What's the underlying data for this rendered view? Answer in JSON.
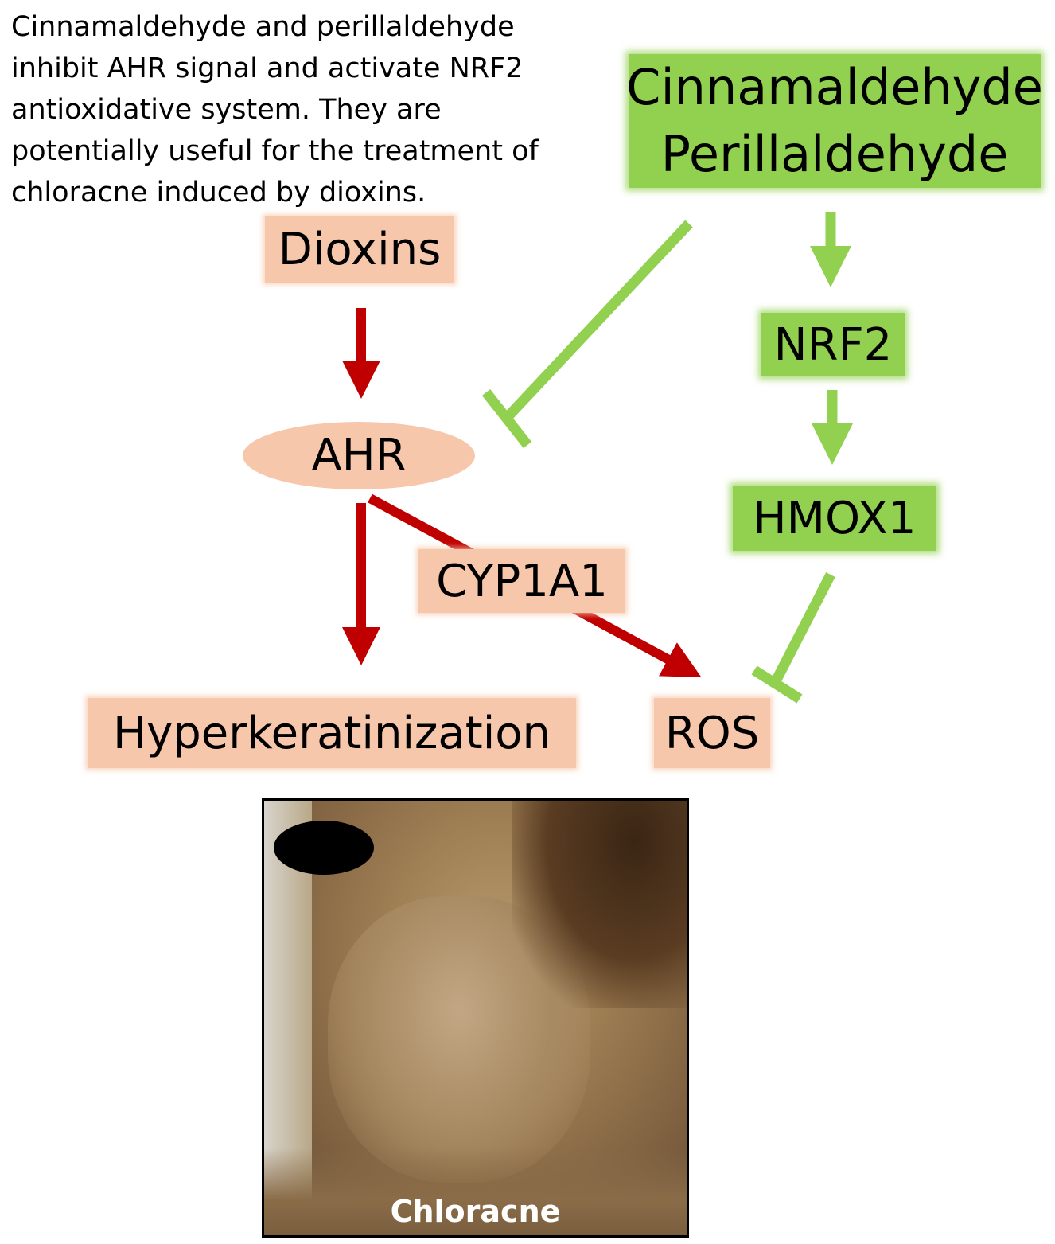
{
  "caption": "Cinnamaldehyde and perillaldehyde inhibit AHR signal and activate NRF2 antioxidative system. They are potentially useful for the treatment of chloracne induced by dioxins.",
  "nodes": {
    "drug_line1": "Cinnamaldehyde",
    "drug_line2": "Perillaldehyde",
    "dioxins": "Dioxins",
    "ahr": "AHR",
    "nrf2": "NRF2",
    "hmox1": "HMOX1",
    "cyp1a1": "CYP1A1",
    "hyperkeratinization": "Hyperkeratinization",
    "ros": "ROS"
  },
  "photo": {
    "label": "Chloracne"
  },
  "colors": {
    "activation_red": "#c00000",
    "green_arrow": "#92d050",
    "salmon_box": "#f7c7ab",
    "green_box": "#92d050"
  }
}
